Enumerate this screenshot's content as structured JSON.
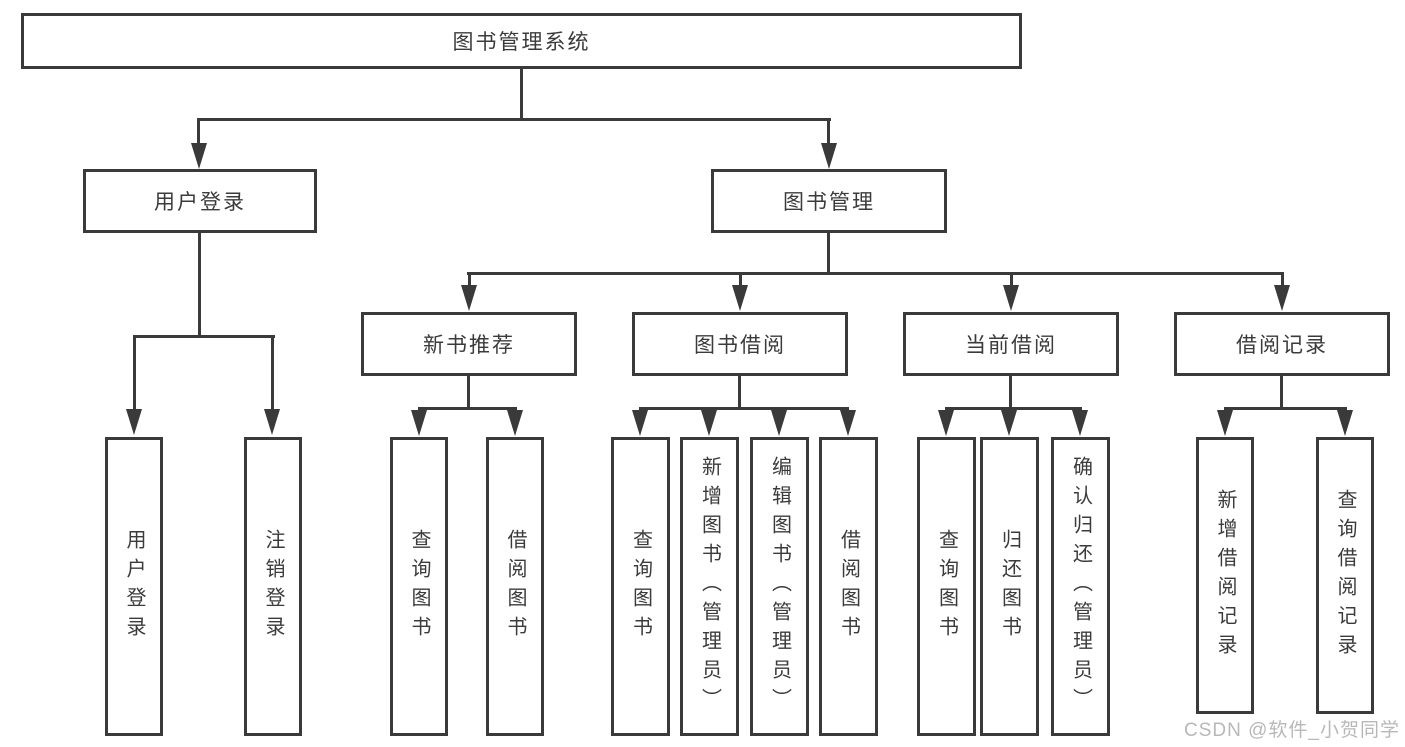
{
  "tree": {
    "root": {
      "label": "图书管理系统"
    },
    "user_login": {
      "label": "用户登录",
      "children": [
        "用户登录",
        "注销登录"
      ]
    },
    "book_management": {
      "label": "图书管理",
      "sections": [
        {
          "label": "新书推荐",
          "children": [
            "查询图书",
            "借阅图书"
          ]
        },
        {
          "label": "图书借阅",
          "children": [
            "查询图书",
            "新增图书（管理员）",
            "编辑图书（管理员）",
            "借阅图书"
          ]
        },
        {
          "label": "当前借阅",
          "children": [
            "查询图书",
            "归还图书",
            "确认归还（管理员）"
          ]
        },
        {
          "label": "借阅记录",
          "children": [
            "新增借阅记录",
            "查询借阅记录"
          ]
        }
      ]
    }
  },
  "watermark": "CSDN @软件_小贺同学",
  "colors": {
    "line": "#3a3a3a",
    "text": "#3b3b3b",
    "watermark": "#b8b8b8",
    "background": "#ffffff"
  }
}
